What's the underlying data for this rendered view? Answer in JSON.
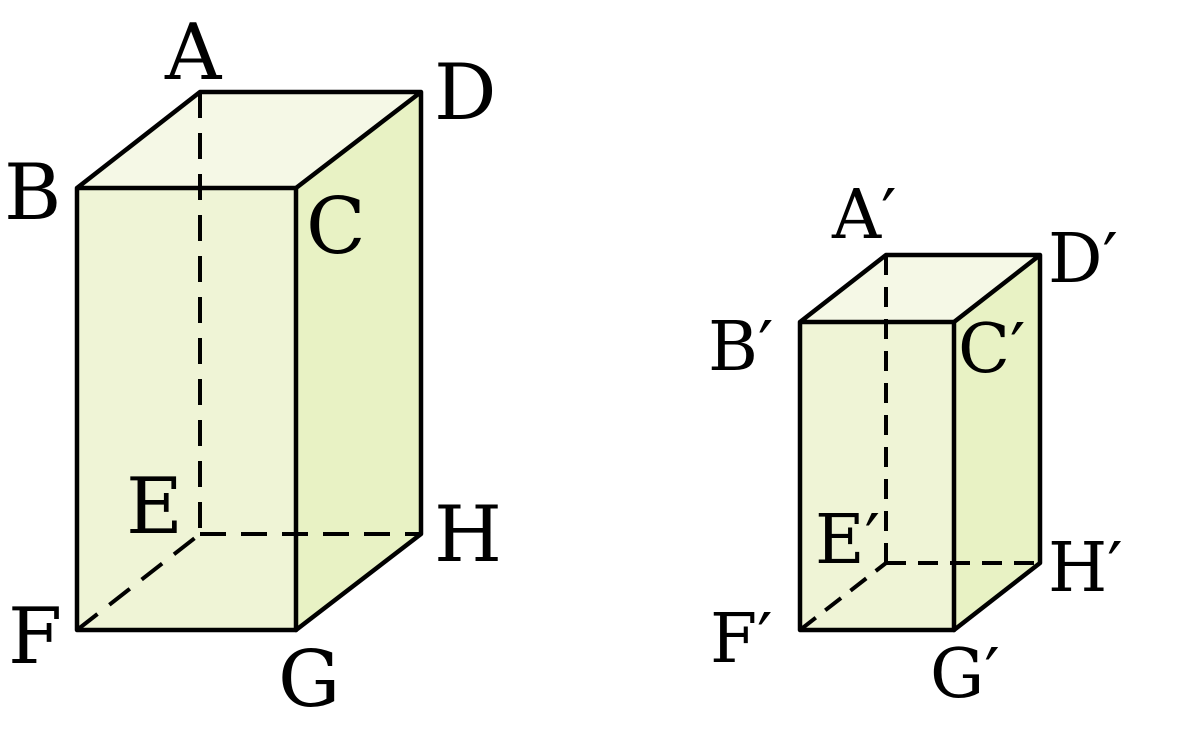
{
  "colors": {
    "front_face": "#eff4d6",
    "top_face": "#f5f8e6",
    "side_face": "#e8f2c4",
    "edge": "#000000"
  },
  "large_prism": {
    "labels": {
      "A": "A",
      "B": "B",
      "C": "C",
      "D": "D",
      "E": "E",
      "F": "F",
      "G": "G",
      "H": "H"
    }
  },
  "small_prism": {
    "labels": {
      "A": "A′",
      "B": "B′",
      "C": "C′",
      "D": "D′",
      "E": "E′",
      "F": "F′",
      "G": "G′",
      "H": "H′"
    }
  }
}
